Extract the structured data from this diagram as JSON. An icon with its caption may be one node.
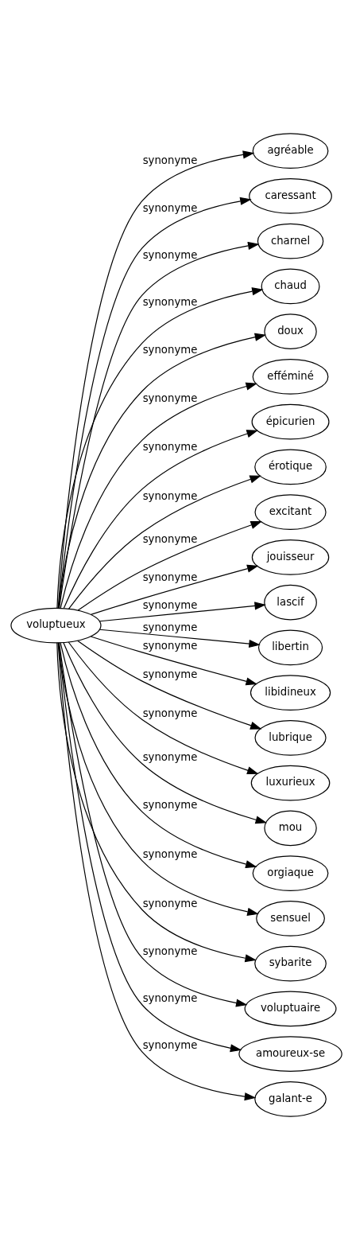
{
  "diagram": {
    "nodes": [
      {
        "text": [
          "voluptueux"
        ]
      },
      {
        "text": [
          "agréable"
        ]
      },
      {
        "text": [
          "caressant"
        ]
      },
      {
        "text": [
          "charnel"
        ]
      },
      {
        "text": [
          "chaud"
        ]
      },
      {
        "text": [
          "doux"
        ]
      },
      {
        "text": [
          "efféminé"
        ]
      },
      {
        "text": [
          "épicurien"
        ]
      },
      {
        "text": [
          "érotique"
        ]
      },
      {
        "text": [
          "excitant"
        ]
      },
      {
        "text": [
          "jouisseur"
        ]
      },
      {
        "text": [
          "lascif"
        ]
      },
      {
        "text": [
          "libertin"
        ]
      },
      {
        "text": [
          "libidineux"
        ]
      },
      {
        "text": [
          "lubrique"
        ]
      },
      {
        "text": [
          "luxurieux"
        ]
      },
      {
        "text": [
          "mou"
        ]
      },
      {
        "text": [
          "orgiaque"
        ]
      },
      {
        "text": [
          "sensuel"
        ]
      },
      {
        "text": [
          "sybarite"
        ]
      },
      {
        "text": [
          "voluptuaire"
        ]
      },
      {
        "text": [
          "amoureux-se"
        ]
      },
      {
        "text": [
          "galant-e"
        ]
      }
    ],
    "edges": [
      {
        "from": 0,
        "to": 1,
        "arrow": "to",
        "label": "synonyme"
      },
      {
        "from": 0,
        "to": 2,
        "arrow": "to",
        "label": "synonyme"
      },
      {
        "from": 0,
        "to": 3,
        "arrow": "to",
        "label": "synonyme"
      },
      {
        "from": 0,
        "to": 4,
        "arrow": "to",
        "label": "synonyme"
      },
      {
        "from": 0,
        "to": 5,
        "arrow": "to",
        "label": "synonyme"
      },
      {
        "from": 0,
        "to": 6,
        "arrow": "to",
        "label": "synonyme"
      },
      {
        "from": 0,
        "to": 7,
        "arrow": "to",
        "label": "synonyme"
      },
      {
        "from": 0,
        "to": 8,
        "arrow": "to",
        "label": "synonyme"
      },
      {
        "from": 0,
        "to": 9,
        "arrow": "to",
        "label": "synonyme"
      },
      {
        "from": 0,
        "to": 10,
        "arrow": "to",
        "label": "synonyme"
      },
      {
        "from": 0,
        "to": 11,
        "arrow": "to",
        "label": "synonyme"
      },
      {
        "from": 0,
        "to": 12,
        "arrow": "to",
        "label": "synonyme"
      },
      {
        "from": 0,
        "to": 13,
        "arrow": "to",
        "label": "synonyme"
      },
      {
        "from": 0,
        "to": 14,
        "arrow": "to",
        "label": "synonyme"
      },
      {
        "from": 0,
        "to": 15,
        "arrow": "to",
        "label": "synonyme"
      },
      {
        "from": 0,
        "to": 16,
        "arrow": "to",
        "label": "synonyme"
      },
      {
        "from": 0,
        "to": 17,
        "arrow": "to",
        "label": "synonyme"
      },
      {
        "from": 0,
        "to": 18,
        "arrow": "to",
        "label": "synonyme"
      },
      {
        "from": 0,
        "to": 19,
        "arrow": "to",
        "label": "synonyme"
      },
      {
        "from": 0,
        "to": 20,
        "arrow": "to",
        "label": "synonyme"
      },
      {
        "from": 0,
        "to": 21,
        "arrow": "to",
        "label": "synonyme"
      },
      {
        "from": 0,
        "to": 22,
        "arrow": "to",
        "label": "synonyme"
      }
    ]
  }
}
